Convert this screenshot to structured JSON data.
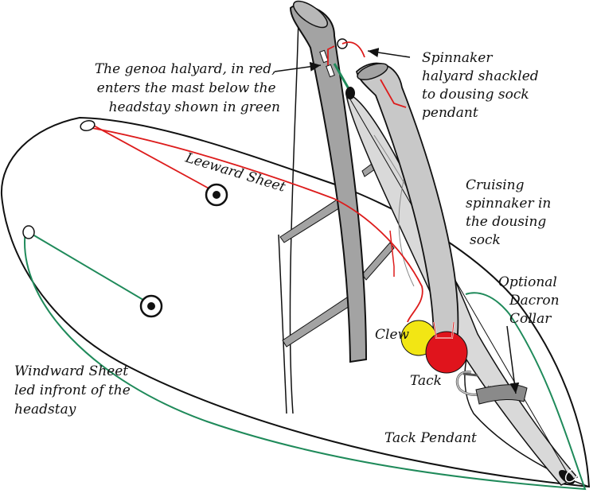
{
  "labels": {
    "genoa_halyard": [
      "The genoa halyard, in red,",
      "enters the mast below the",
      "headstay shown in green"
    ],
    "spinnaker_halyard": [
      "Spinnaker",
      "halyard shackled",
      "to dousing sock",
      "pendant"
    ],
    "leeward_sheet": "Leeward Sheet",
    "cruising_spinnaker": [
      "Cruising",
      "spinnaker in",
      "the dousing",
      "sock"
    ],
    "dacron_collar": [
      "Optional",
      "Dacron",
      "Collar"
    ],
    "clew": "Clew",
    "tack": "Tack",
    "windward_sheet": [
      "Windward Sheet",
      "led infront of the",
      "headstay"
    ],
    "tack_pendant": "Tack Pendant"
  },
  "colors": {
    "halyard_red": "#dd1c1c",
    "headstay_green": "#1f8a5a",
    "mast_grey": "#a3a3a3",
    "sock_grey": "#d9d9d9",
    "clew_yellow": "#f2e614",
    "tack_red": "#e0141c",
    "outline": "#111111"
  }
}
